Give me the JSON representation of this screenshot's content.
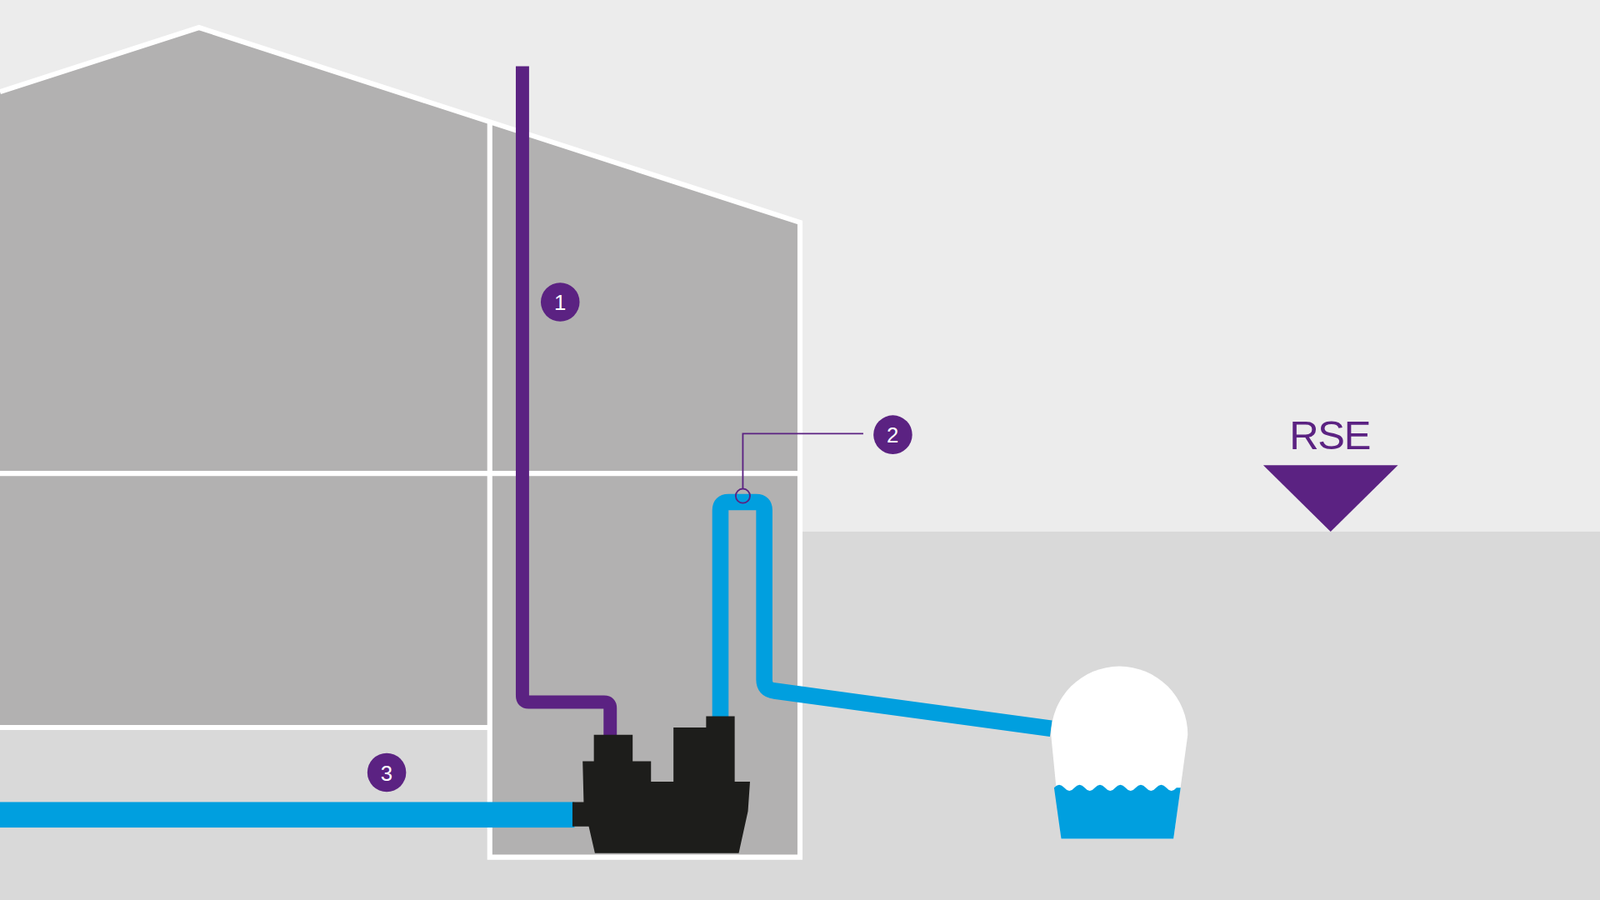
{
  "diagram": {
    "labels": [
      "1",
      "2",
      "3",
      "RSE"
    ]
  }
}
